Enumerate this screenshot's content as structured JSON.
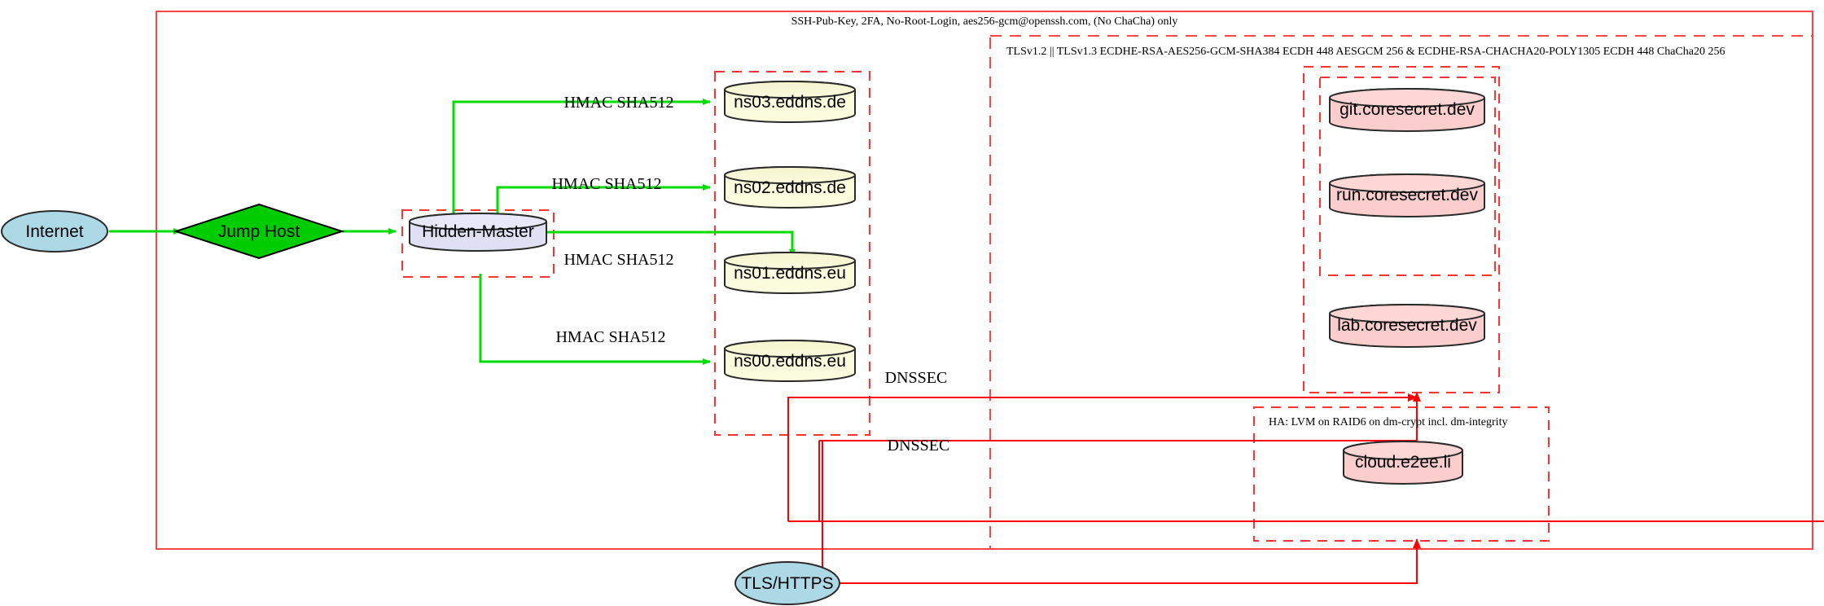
{
  "diagram": {
    "title_top": "SSH-Pub-Key, 2FA, No-Root-Login, aes256-gcm@openssh.com, (No ChaCha) only",
    "colors": {
      "cluster_border": "#ff0000",
      "secure_edge": "#00ff00",
      "tls_edge": "#ff0000",
      "ellipse_fill": "#add8e6",
      "diamond_fill": "#00cc00",
      "dns_fill": "#fbfbdd",
      "master_fill": "#e0e0f5",
      "web_fill": "#fbcdcd",
      "node_stroke": "#2a2a2a"
    }
  },
  "clusters": {
    "ssh_perimeter": {
      "label": "SSH-Pub-Key, 2FA, No-Root-Login, aes256-gcm@openssh.com, (No ChaCha) only"
    },
    "tls_perimeter": {
      "label": "TLSv1.2 || TLSv1.3 ECDHE-RSA-AES256-GCM-SHA384 ECDH 448 AESGCM 256 & ECDHE-RSA-CHACHA20-POLY1305 ECDH 448 ChaCha20 256"
    },
    "ha_storage": {
      "label": "HA: LVM on RAID6 on dm-crypt incl. dm-integrity"
    },
    "hidden_master_zone": {
      "label": ""
    },
    "dns_zone": {
      "label": ""
    },
    "coresecret_zone": {
      "label": ""
    },
    "coresecret_inner_zone": {
      "label": ""
    }
  },
  "nodes": {
    "internet": {
      "label": "Internet",
      "shape": "ellipse"
    },
    "jump_host": {
      "label": "Jump Host",
      "shape": "diamond"
    },
    "hidden_master": {
      "label": "Hidden-Master",
      "shape": "cylinder"
    },
    "ns03": {
      "label": "ns03.eddns.de",
      "shape": "cylinder"
    },
    "ns02": {
      "label": "ns02.eddns.de",
      "shape": "cylinder"
    },
    "ns01": {
      "label": "ns01.eddns.eu",
      "shape": "cylinder"
    },
    "ns00": {
      "label": "ns00.eddns.eu",
      "shape": "cylinder"
    },
    "git": {
      "label": "git.coresecret.dev",
      "shape": "cylinder"
    },
    "run": {
      "label": "run.coresecret.dev",
      "shape": "cylinder"
    },
    "lab": {
      "label": "lab.coresecret.dev",
      "shape": "cylinder"
    },
    "cloud": {
      "label": "cloud.e2ee.li",
      "shape": "cylinder"
    },
    "tls_https": {
      "label": "TLS/HTTPS",
      "shape": "ellipse"
    }
  },
  "edges": [
    {
      "id": "internet-jump",
      "label": "",
      "from": "internet",
      "to": "jump_host"
    },
    {
      "id": "jump-master",
      "label": "",
      "from": "jump_host",
      "to": "hidden_master"
    },
    {
      "id": "master-ns03",
      "label": "HMAC SHA512",
      "from": "hidden_master",
      "to": "ns03"
    },
    {
      "id": "master-ns02",
      "label": "HMAC SHA512",
      "from": "hidden_master",
      "to": "ns02"
    },
    {
      "id": "master-ns01",
      "label": "HMAC SHA512",
      "from": "hidden_master",
      "to": "ns01"
    },
    {
      "id": "master-ns00",
      "label": "HMAC SHA512",
      "from": "hidden_master",
      "to": "ns00"
    },
    {
      "id": "dnssec-upper",
      "label": "DNSSEC",
      "from": "dns_zone",
      "to": "coresecret_zone"
    },
    {
      "id": "dnssec-lower",
      "label": "DNSSEC",
      "from": "dns_zone",
      "to": "ha_storage"
    },
    {
      "id": "tls-web",
      "label": "",
      "from": "tls_https",
      "to": "coresecret_zone"
    },
    {
      "id": "tls-cloud",
      "label": "",
      "from": "tls_https",
      "to": "ha_storage"
    }
  ]
}
